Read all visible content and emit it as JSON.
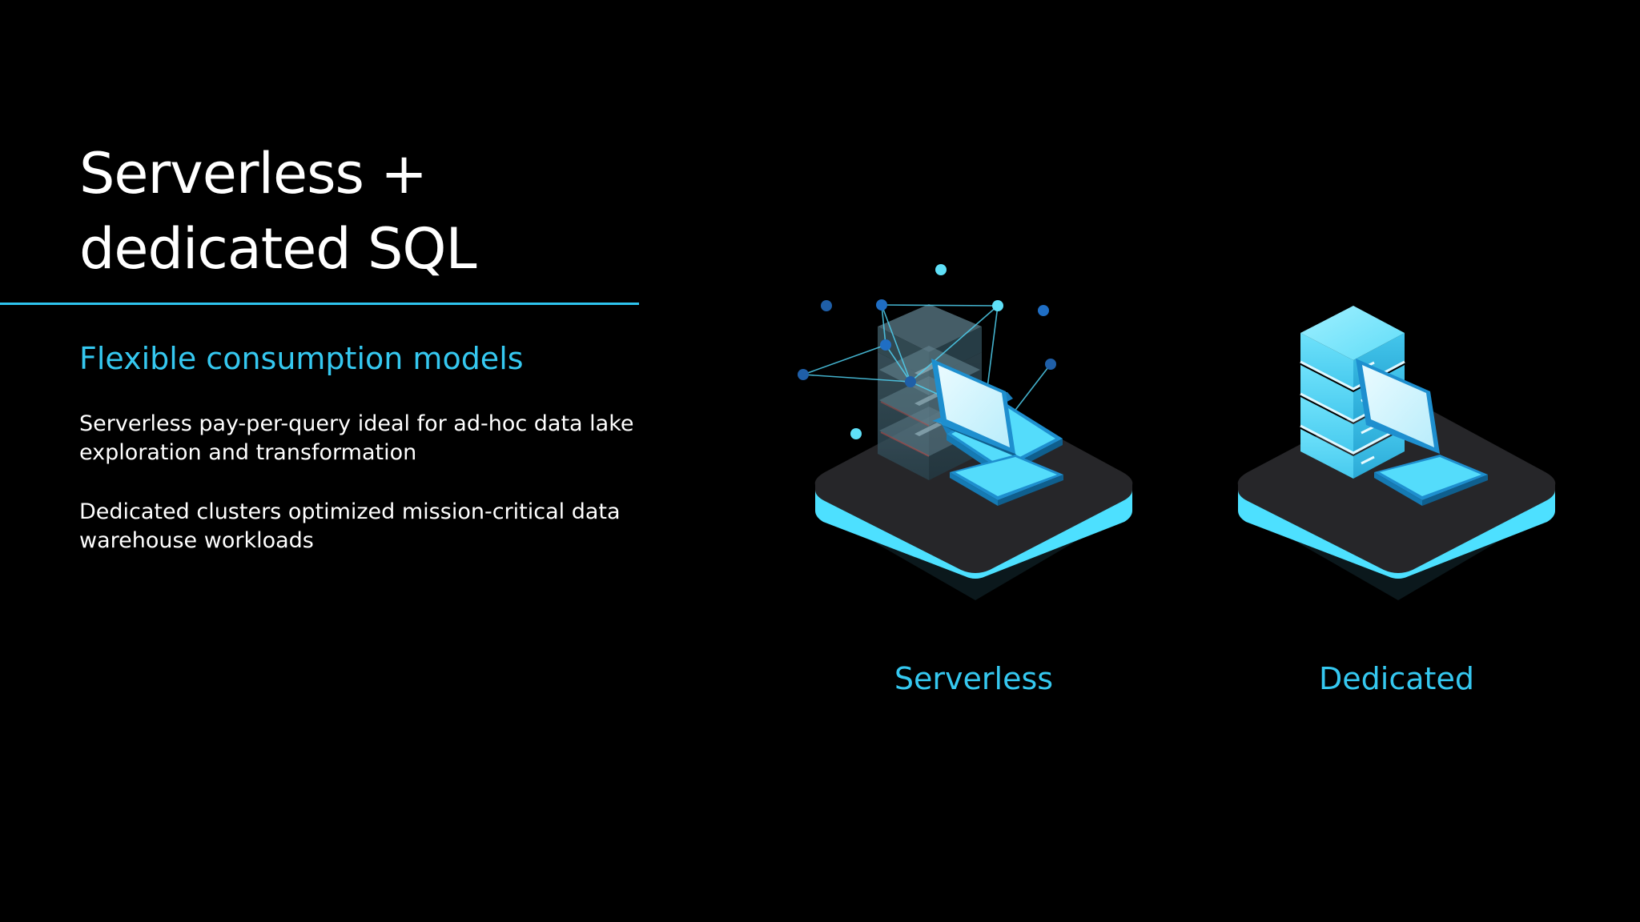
{
  "slide": {
    "title_lines": [
      "Serverless +",
      "dedicated SQL"
    ],
    "subtitle": "Flexible consumption models",
    "paragraphs": [
      {
        "lines": [
          "Serverless pay-per-query ideal for ad-hoc data lake",
          "exploration and transformation"
        ]
      },
      {
        "lines": [
          "Dedicated clusters optimized mission-critical data",
          "warehouse workloads"
        ]
      }
    ]
  },
  "illustrations": [
    {
      "caption": "Serverless",
      "icon": "serverless-platform-icon"
    },
    {
      "caption": "Dedicated",
      "icon": "dedicated-platform-icon"
    }
  ],
  "colors": {
    "background": "#000000",
    "accent": "#35c8f0",
    "divider": "#2ec4ee",
    "text": "#ffffff",
    "platform_top": "#262629",
    "platform_edge": "#4de0ff"
  }
}
